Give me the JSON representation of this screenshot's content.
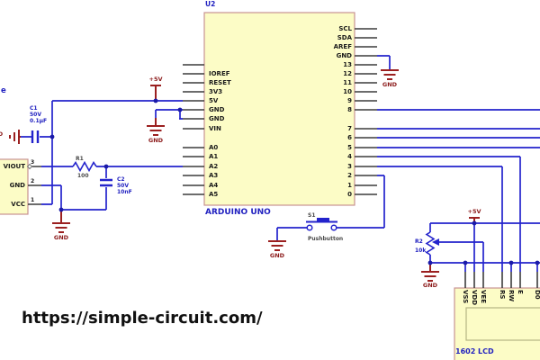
{
  "page": {
    "url_text": "https://simple-circuit.com/"
  },
  "fragments": {
    "clipped_label": "e"
  },
  "power": {
    "plus5v": "+5V",
    "gnd": "GND"
  },
  "arduino": {
    "ref": "U2",
    "label": "ARDUINO UNO",
    "left_pins": [
      "IOREF",
      "RESET",
      "3V3",
      "5V",
      "GND",
      "GND",
      "VIN",
      "A0",
      "A1",
      "A2",
      "A3",
      "A4",
      "A5"
    ],
    "right_pins": [
      "SCL",
      "SDA",
      "AREF",
      "GND",
      "13",
      "12",
      "11",
      "10",
      "9",
      "8",
      "7",
      "6",
      "5",
      "4",
      "3",
      "2",
      "1",
      "0"
    ]
  },
  "sensor": {
    "pins": [
      "VIOUT",
      "GND",
      "VCC"
    ],
    "numbers": [
      "3",
      "2",
      "1"
    ]
  },
  "parts": {
    "c1": {
      "ref": "C1",
      "voltage": "50V",
      "value": "0.1µF"
    },
    "c2": {
      "ref": "C2",
      "voltage": "50V",
      "value": "10nF"
    },
    "r1": {
      "ref": "R1",
      "value": "100"
    },
    "r2": {
      "ref": "R2",
      "value": "10k"
    },
    "s1": {
      "ref": "S1",
      "name": "Pushbutton"
    }
  },
  "lcd": {
    "label": "1602 LCD",
    "pins": [
      "VSS",
      "VDD",
      "VEE",
      "RS",
      "RW",
      "E",
      "D0"
    ]
  },
  "colors": {
    "wire": "#2323cc",
    "power_red": "#9b2020",
    "component_fill": "#fcfcc6",
    "component_border": "#c89292",
    "label_blue": "#2121c0"
  }
}
